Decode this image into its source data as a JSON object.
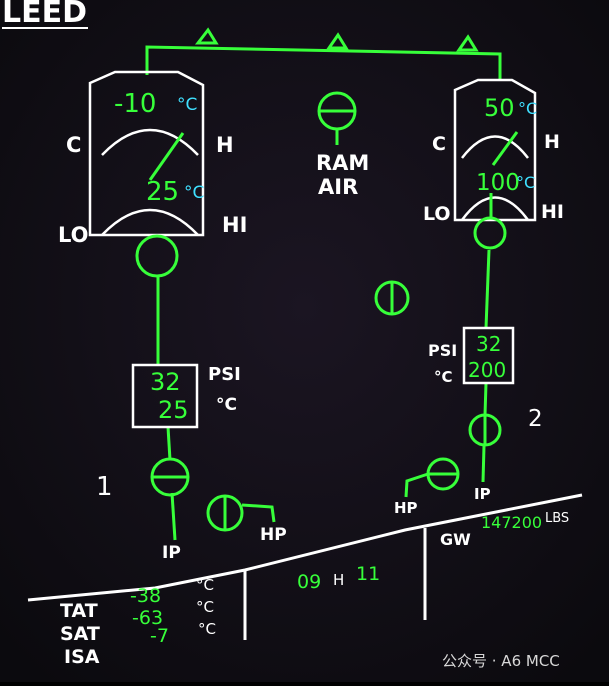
{
  "page": {
    "title": "LEED"
  },
  "colors": {
    "green": "#37ff3a",
    "white": "#ffffff",
    "cyan": "#3fe0ff",
    "background": "#120d18"
  },
  "left_pack": {
    "upper_temp": "-10",
    "upper_unit": "°C",
    "cold_label": "C",
    "hot_label": "H",
    "lower_temp": "25",
    "lower_unit": "°C",
    "lo_label": "LO",
    "hi_label": "HI",
    "psi_value": "32",
    "temp_value": "25",
    "psi_label": "PSI",
    "temp_label": "°C",
    "engine_number": "1",
    "ip_label": "IP",
    "hp_label": "HP"
  },
  "right_pack": {
    "upper_temp": "50",
    "upper_unit": "°C",
    "cold_label": "C",
    "hot_label": "H",
    "lower_temp": "100",
    "lower_unit": "°C",
    "lo_label": "LO",
    "hi_label": "HI",
    "psi_value": "32",
    "temp_value": "200",
    "psi_label": "PSI",
    "temp_label": "°C",
    "engine_number": "2",
    "ip_label": "IP",
    "hp_label": "HP"
  },
  "ram_air": {
    "line1": "RAM",
    "line2": "AIR"
  },
  "bottom": {
    "tat_label": "TAT",
    "tat_value": "-38",
    "tat_unit": "°C",
    "sat_label": "SAT",
    "sat_value": "-63",
    "sat_unit": "°C",
    "isa_label": "ISA",
    "isa_value": "-7",
    "isa_unit": "°C",
    "time_hours": "09",
    "time_sep": "H",
    "time_minutes": "11",
    "gw_label": "GW",
    "gw_value": "147200",
    "gw_unit": "LBS"
  },
  "watermark": "公众号 · A6 MCC"
}
